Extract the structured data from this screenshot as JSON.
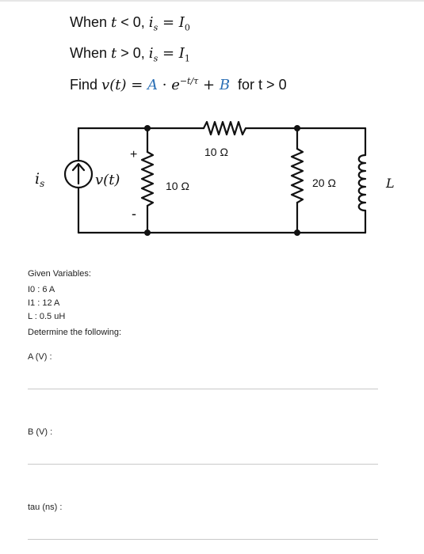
{
  "problem": {
    "line1": {
      "prefix": "When ",
      "var": "t",
      "cond": " < 0, ",
      "lhs": "i",
      "lhs_sub": "s",
      "eq": " = ",
      "rhs": "I",
      "rhs_sub": "0"
    },
    "line2": {
      "prefix": "When ",
      "var": "t",
      "cond": " > 0, ",
      "lhs": "i",
      "lhs_sub": "s",
      "eq": " = ",
      "rhs": "I",
      "rhs_sub": "1"
    },
    "line3": {
      "prefix": "Find ",
      "func": "v(t)",
      "eq": " = ",
      "A": "A",
      "dot": " · ",
      "e": "e",
      "exponent": "−t/τ",
      "plus": " + ",
      "B": "B",
      "cond": "  for t > 0"
    }
  },
  "circuit": {
    "source_label": "i",
    "source_label_sub": "s",
    "voltage_label": "v(t)",
    "plus_sign": "+",
    "minus_sign": "-",
    "r_left_label": "10 Ω",
    "r_top_label": "10 Ω",
    "r_right_label": "20 Ω",
    "inductor_label": "L"
  },
  "given": {
    "heading": "Given Variables:",
    "items": [
      "I0 : 6 A",
      "I1 : 12 A",
      "L : 0.5 uH"
    ],
    "determine": "Determine the following:"
  },
  "answers": [
    {
      "label": "A (V) :"
    },
    {
      "label": "B (V) :"
    },
    {
      "label": "tau (ns) :"
    }
  ],
  "colors": {
    "accent": "#2b6fb5",
    "line": "#c9c9c9"
  }
}
